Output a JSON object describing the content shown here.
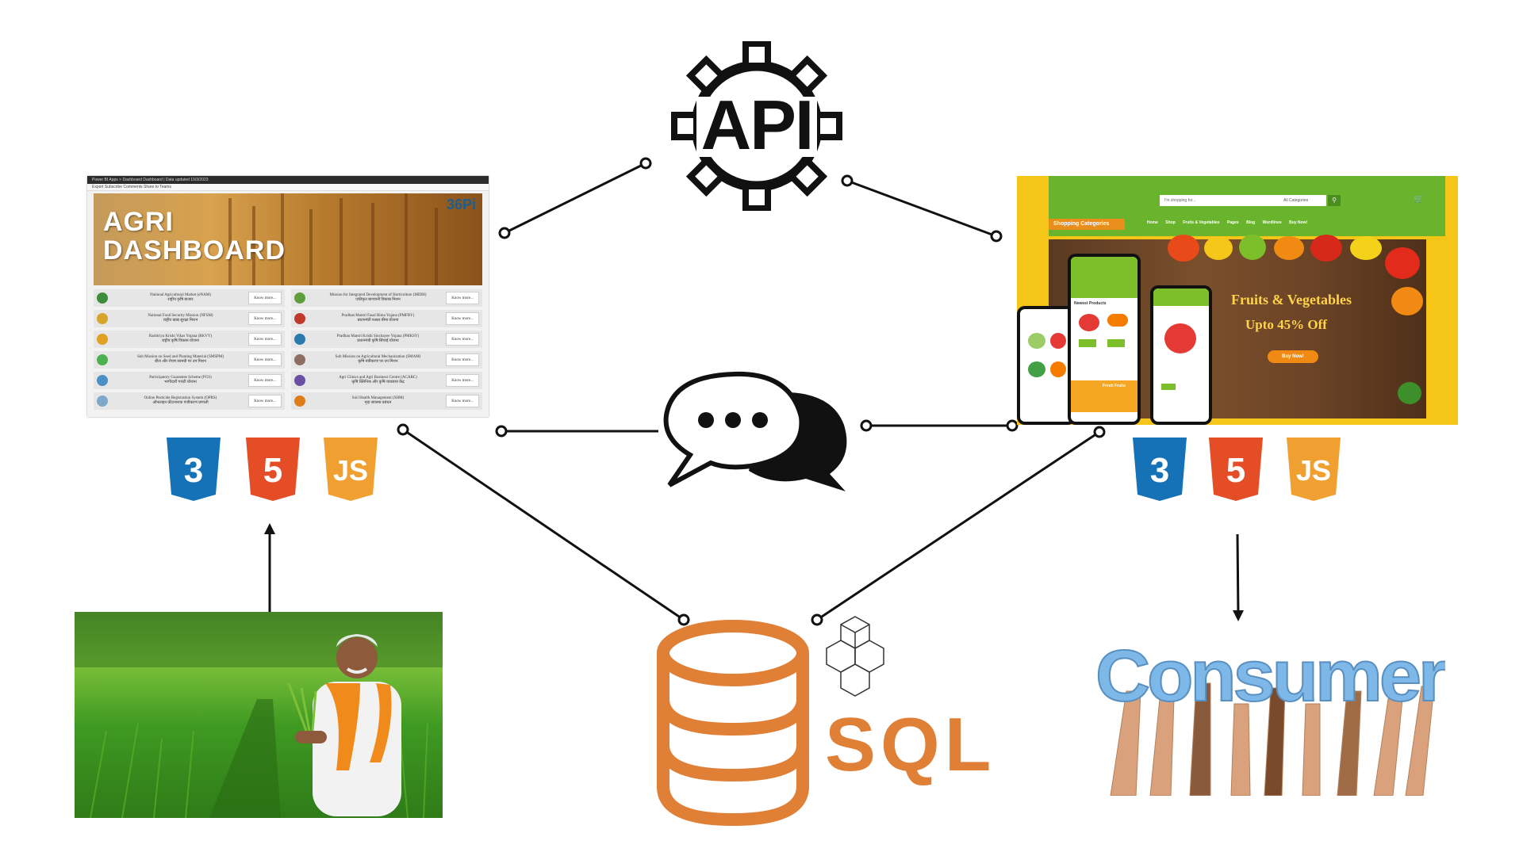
{
  "diagram": {
    "api_label": "API",
    "sql_label": "SQL",
    "consumer_label": "Consumer"
  },
  "agri_dashboard": {
    "topbar_text": "Power BI   Apps   >   Dashboard       Dashboard | Data updated 15/3/2023",
    "toolbar_text": "Export   Subscribe   Comments   Share to Teams",
    "banner_title_line1": "AGRI",
    "banner_title_line2": "DASHBOARD",
    "logo": "36Pi",
    "know_more": "Know more...",
    "schemes": [
      {
        "name": "National Agricultural Market (eNAM)",
        "local": "राष्ट्रीय कृषि बाजार",
        "color": "#3c8d3c"
      },
      {
        "name": "Mission for Integrated Development of Horticulture (MIDH)",
        "local": "एकीकृत बागवानी विकास मिशन",
        "color": "#5f9e3a"
      },
      {
        "name": "National Food Security Mission (NFSM)",
        "local": "राष्ट्रीय खाद्य सुरक्षा मिशन",
        "color": "#d9a42b"
      },
      {
        "name": "Pradhan Mantri Fasal Bima Yojana (PMFBY)",
        "local": "प्रधानमंत्री फसल बीमा योजना",
        "color": "#c0392b"
      },
      {
        "name": "Rashtriya Krishi Vikas Yojana (RKVY)",
        "local": "राष्ट्रीय कृषि विकास योजना",
        "color": "#e0a020"
      },
      {
        "name": "Pradhan Mantri Krishi Sinchayee Yojana (PMKSY)",
        "local": "प्रधानमंत्री कृषि सिंचाई योजना",
        "color": "#2a7ab0"
      },
      {
        "name": "Sub Mission on Seed and Planting Material (SMSPM)",
        "local": "बीज और रोपण सामग्री पर उप मिशन",
        "color": "#4caf50"
      },
      {
        "name": "Sub Mission on Agricultural Mechanization (SMAM)",
        "local": "कृषि यंत्रीकरण पर उप मिशन",
        "color": "#8d6e63"
      },
      {
        "name": "Participatory Guarantee Scheme (PGS)",
        "local": "भागीदारी गारंटी योजना",
        "color": "#4a90c2"
      },
      {
        "name": "Agri Clinics and Agri Business Centre (ACABC)",
        "local": "कृषि क्लिनिक और कृषि व्यवसाय केंद्र",
        "color": "#6a4fa3"
      },
      {
        "name": "Online Pesticide Registration System (OPRS)",
        "local": "ऑनलाइन कीटनाशक पंजीकरण प्रणाली",
        "color": "#7fa7c9"
      },
      {
        "name": "Soil Health Management (SHM)",
        "local": "मृदा स्वास्थ्य प्रबंधन",
        "color": "#e07b1a"
      }
    ]
  },
  "shop": {
    "search_placeholder": "I'm shopping for...",
    "category_select": "All Categories",
    "shopping_categories": "Shopping Categories",
    "nav": [
      "Home",
      "Shop",
      "Fruits & Vegetables",
      "Pages",
      "Blog",
      "Wordlines",
      "Buy Now!"
    ],
    "hero_line1": "Fruits & Vegetables",
    "hero_line2": "Upto 45% Off",
    "hero_button": "Buy Now!",
    "phone_banner": "Fresh Fruits",
    "phone_section": "Newest Products"
  },
  "tech_stack": [
    "3",
    "5",
    "JS"
  ],
  "colors": {
    "css3": "#1572b6",
    "html5": "#e44d26",
    "js": "#f0a030",
    "sql_orange": "#e07f36",
    "line": "#111111"
  }
}
